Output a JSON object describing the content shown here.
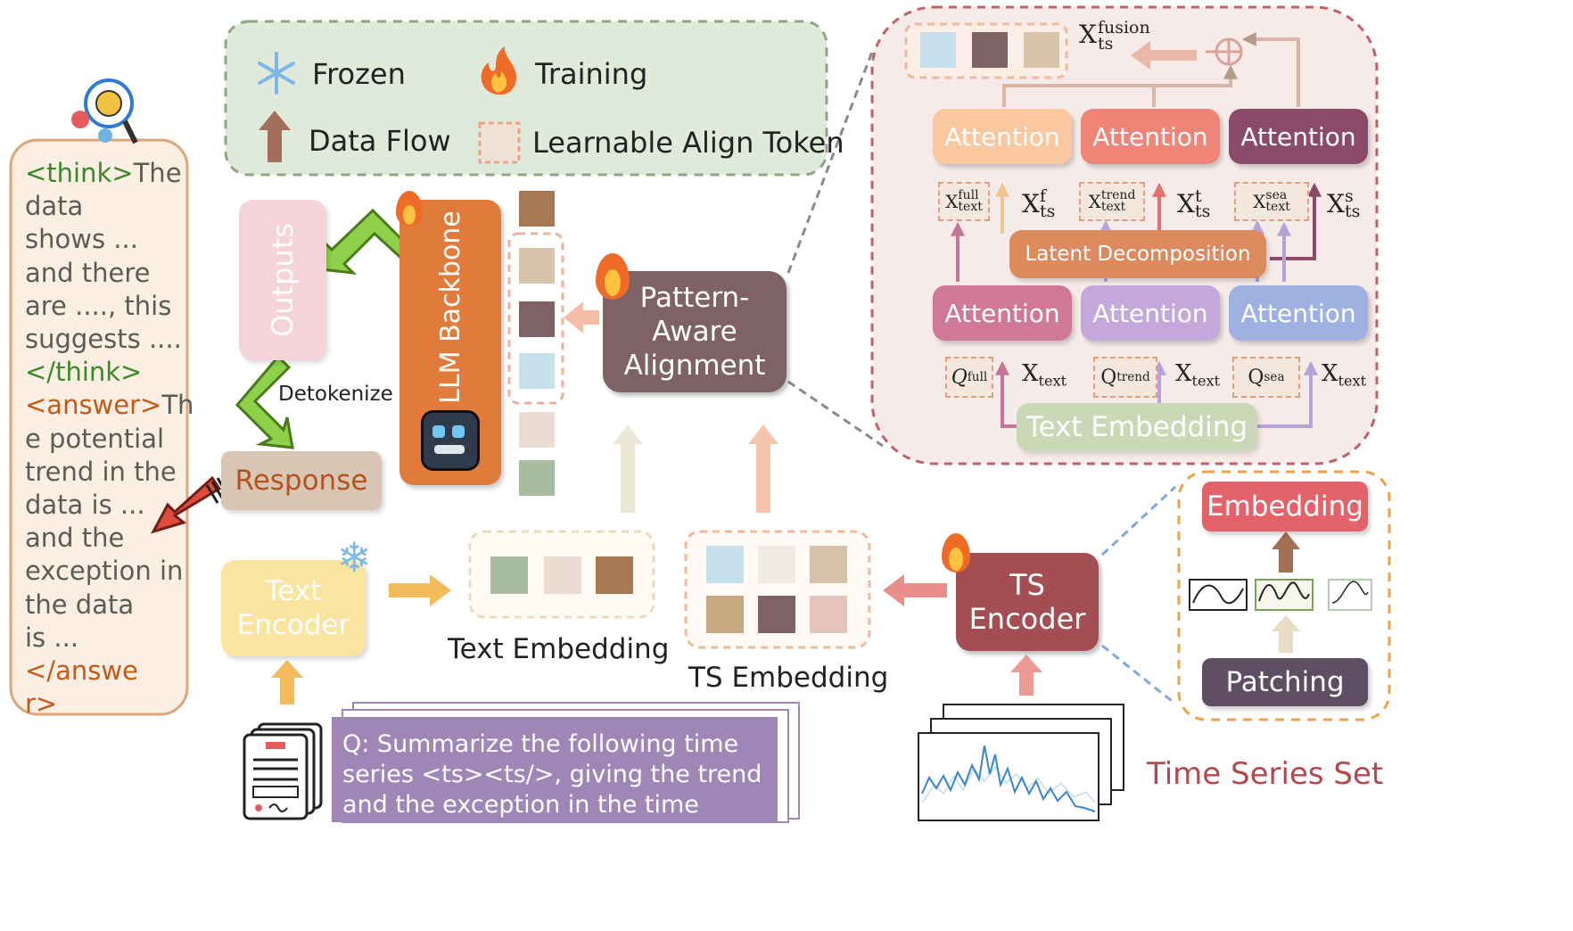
{
  "legend": {
    "frozen": "Frozen",
    "training": "Training",
    "data_flow": "Data Flow",
    "align_token": "Learnable Align Token"
  },
  "reasoning": {
    "line1_tag": "<think>",
    "line1_text": "The",
    "line2": "data",
    "line3": "shows ...",
    "line4": "and there",
    "line5": "are ...., this",
    "line6": "suggests ....",
    "line7": "</think>",
    "line8_tag": "<answer>",
    "line8_text": "Th",
    "line9": "e potential",
    "line10": "trend in the",
    "line11": "data is ...",
    "line12": "and the",
    "line13": "exception in",
    "line14": "the data",
    "line15_text": "is ...",
    "line15_tag": "</answe",
    "line16": "r>"
  },
  "nodes": {
    "outputs": "Outputs",
    "llm_backbone": "LLM Backbone",
    "pattern_line1": "Pattern-",
    "pattern_line2": "Aware",
    "pattern_line3": "Alignment",
    "detokenize": "Detokenize",
    "response": "Response",
    "text_encoder_line1": "Text",
    "text_encoder_line2": "Encoder",
    "text_embedding": "Text Embedding",
    "ts_embedding": "TS Embedding",
    "ts_encoder_line1": "TS",
    "ts_encoder_line2": "Encoder",
    "query": "Q:  Summarize the following time series <ts><ts/>, giving the trend and the exception in the time series."
  },
  "detail": {
    "x_base": "X",
    "ts_sub": "ts",
    "text_sub": "text",
    "fusion_sup": "fusion",
    "full_sup": "full",
    "trend_sup": "trend",
    "sea_sup": "sea",
    "f_sup": "f",
    "t_sup": "t",
    "s_sup": "s",
    "q_base": "Q",
    "q_full_sub": "full",
    "q_trend_sub": "trend",
    "q_sea_sub": "sea",
    "attention": "Attention",
    "latent_decomposition": "Latent Decomposition",
    "text_embedding": "Text Embedding"
  },
  "ts_set": {
    "embedding": "Embedding",
    "patching": "Patching",
    "title": "Time Series Set"
  },
  "colors": {
    "legend_bg": "#dfeadb",
    "llm": "#e07b3c",
    "pattern": "#7e6266",
    "response": "#d8c6b4",
    "text_encoder": "#f9e5a0",
    "ts_encoder": "#a44d52",
    "attn_peach": "#f9c8a0",
    "attn_salmon": "#ef8576",
    "attn_plum": "#8b4a6a",
    "attn_pink": "#cf7898",
    "attn_lavender": "#c4a8dc",
    "attn_periwinkle": "#9fb1e1",
    "latent": "#dd8b5e",
    "text_emb": "#cbd8b6",
    "query_bg": "#9f86b6",
    "embedding_box": "#e4636a",
    "patching_box": "#5f4e63"
  }
}
